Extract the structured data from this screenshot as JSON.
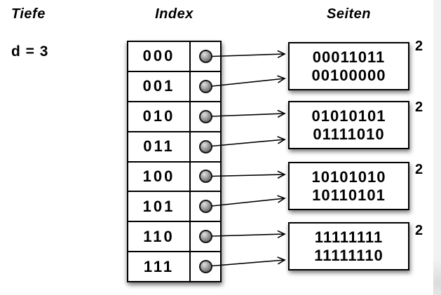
{
  "headers": {
    "depth": "Tiefe",
    "index": "Index",
    "pages": "Seiten"
  },
  "depth": {
    "value": "d = 3"
  },
  "index": {
    "entries": [
      "000",
      "001",
      "010",
      "011",
      "100",
      "101",
      "110",
      "111"
    ]
  },
  "pages": [
    {
      "lines": [
        "00011011",
        "00100000"
      ],
      "local_depth": "2"
    },
    {
      "lines": [
        "01010101",
        "01111010"
      ],
      "local_depth": "2"
    },
    {
      "lines": [
        "10101010",
        "10110101"
      ],
      "local_depth": "2"
    },
    {
      "lines": [
        "11111111",
        "11111110"
      ],
      "local_depth": "2"
    }
  ],
  "colors": {
    "ink": "#000000",
    "box_fill": "#ffffff",
    "pointer_gray": "#8a8a8a",
    "shadow": "rgba(0,0,0,0.4)"
  }
}
